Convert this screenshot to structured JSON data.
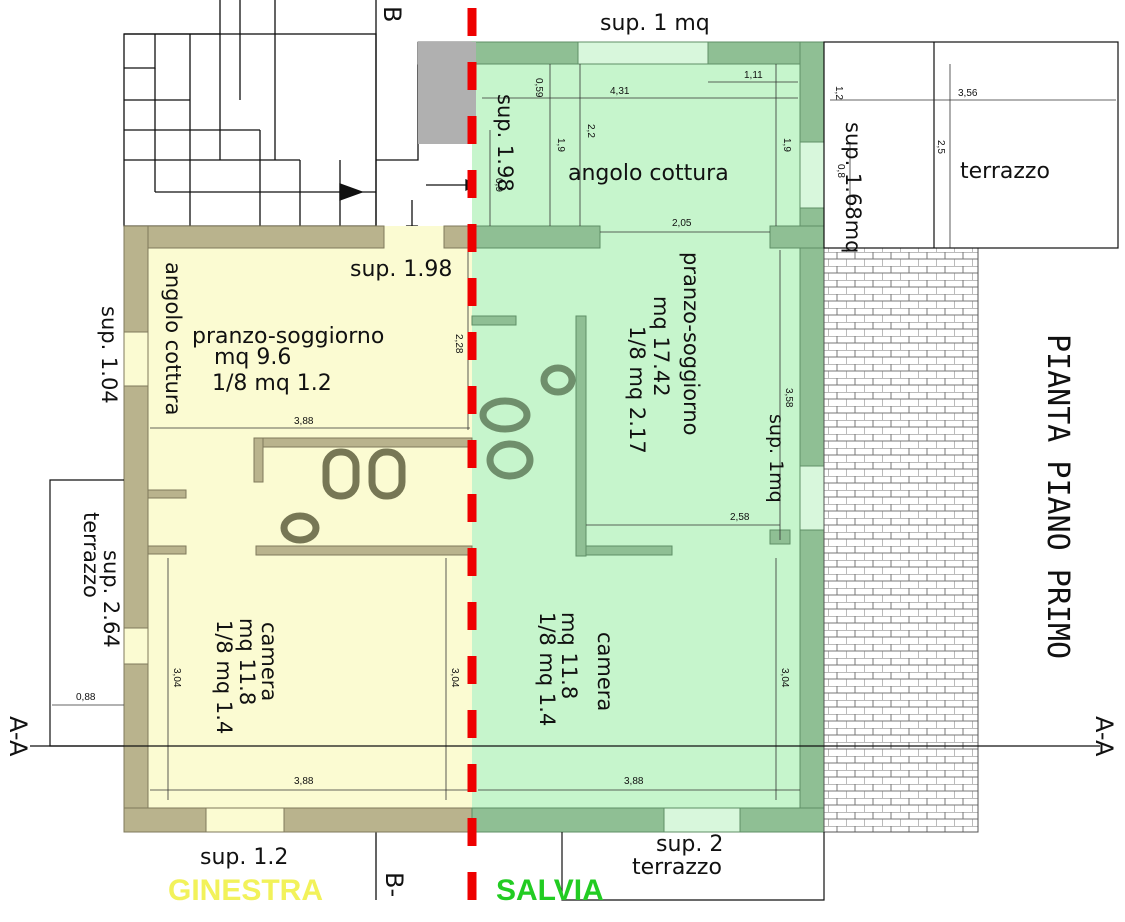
{
  "title": "PIANTA PIANO PRIMO",
  "section_marks": {
    "a_left": "A-A",
    "a_right": "A-A",
    "b_top": "B",
    "b_bottom": "B-"
  },
  "units": {
    "ginestra": {
      "name": "GINESTRA",
      "color": "#f2f25a",
      "living_label": "pranzo-soggiorno",
      "living_area": "mq 9.6",
      "living_ratio": "1/8 mq 1.2",
      "kitchen_label": "angolo cottura",
      "bedroom_label": "camera",
      "bedroom_area": "mq 11.8",
      "bedroom_ratio": "1/8 mq 1.4",
      "window_top": "sup. 1.98",
      "window_left": "sup. 1.04",
      "window_bottom": "sup. 1.2",
      "terrace_label": "terrazzo",
      "terrace_sup": "sup. 2.64"
    },
    "salvia": {
      "name": "SALVIA",
      "color": "#22cc22",
      "kitchen_label": "angolo cottura",
      "living_label": "pranzo-soggiorno",
      "living_area": "mq 17.42",
      "living_ratio": "1/8 mq 2.17",
      "bedroom_label": "camera",
      "bedroom_area": "mq 11.8",
      "bedroom_ratio": "1/8 mq 1.4",
      "window_top": "sup. 1 mq",
      "window_left": "sup. 1.98",
      "window_right": "sup. 1.68mq",
      "window_living": "sup. 1mq",
      "terrace_label": "terrazzo",
      "terrace_bottom_label": "terrazzo",
      "terrace_bottom_sup": "sup. 2"
    }
  },
  "dimensions": {
    "d_388_top": "3,88",
    "d_388_bl": "3,88",
    "d_388_br": "3,88",
    "d_228": "2,28",
    "d_304_a": "3,04",
    "d_304_b": "3,04",
    "d_304_c": "3,04",
    "d_088": "0,88",
    "d_431": "4,31",
    "d_111": "1,11",
    "d_059": "0,59",
    "d_22": "2,2",
    "d_19_a": "1,9",
    "d_19_b": "1,9",
    "d_09": "0,9",
    "d_205": "2,05",
    "d_358": "3,58",
    "d_258": "2,58",
    "d_12": "1,2",
    "d_356": "3,56",
    "d_25": "2,5",
    "d_08": "0,8"
  },
  "colors": {
    "ginestra_fill": "#fbfbd2",
    "salvia_fill": "#c6f5cc",
    "ginestra_wall": "#b9b38d",
    "salvia_wall": "#8fbf94",
    "divider": "#ee0000"
  }
}
